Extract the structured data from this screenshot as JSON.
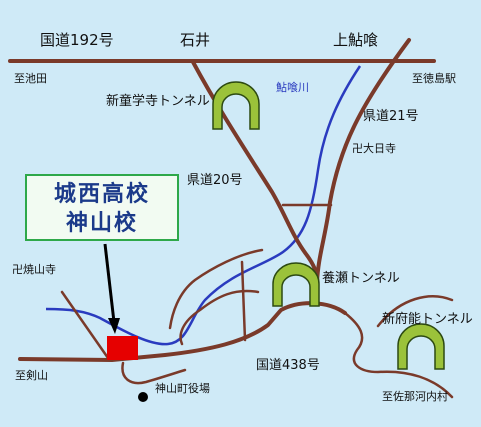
{
  "labels": {
    "route192": "国道192号",
    "ishii": "石井",
    "kamiakui": "上鮎喰",
    "to_ikeda": "至池田",
    "to_tokushima": "至徳島駅",
    "akui_river": "鮎喰川",
    "pref_route21": "県道21号",
    "to_daihinichiji": "卍大日寺",
    "pref_route20": "県道20号",
    "to_shozanji": "卍焼山寺",
    "to_tsurugisan": "至剣山",
    "town_office": "神山町役場",
    "route438": "国道438号",
    "to_sanagochi": "至佐那河内村"
  },
  "tunnels": {
    "shindougakuji": "新童学寺トンネル",
    "yose": "養瀬トンネル",
    "shinfuno": "新府能トンネル"
  },
  "school": {
    "line1": "城西高校",
    "line2": "神山校"
  },
  "colors": {
    "road": "#7a3a2a",
    "river": "#2a3bbf",
    "tunnel_fill": "#9bc23a",
    "school_marker": "#e60000",
    "callout_border": "#2ea84a",
    "background": "#cfeaf7"
  }
}
